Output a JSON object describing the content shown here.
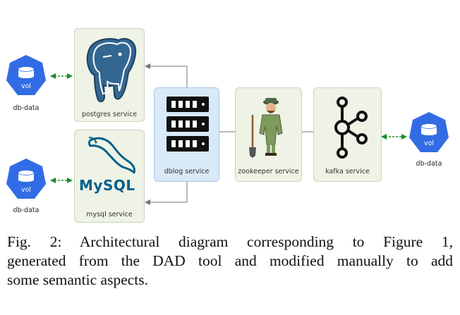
{
  "services": {
    "postgres": "postgres service",
    "mysql": "mysql service",
    "dblog": "dblog service",
    "zookeeper": "zookeeper service",
    "kafka": "kafka service"
  },
  "volumes": {
    "vol_text": "vol",
    "db_data": "db-data"
  },
  "logos": {
    "mysql_logo_text": "MySQL"
  },
  "caption": {
    "line1": "Fig. 2: Architectural diagram corresponding to Figure 1,",
    "line2": "generated from the DAD tool and modified manually to add",
    "line3": "some semantic aspects."
  },
  "colors": {
    "k8s_blue": "#326ce5",
    "green_box": "#eef3e6",
    "blue_box": "#d9e9f7",
    "arrow_green": "#1a8f2a",
    "postgres_blue": "#336791",
    "mysql_blue": "#00618a",
    "mysql_orange": "#e48e00"
  }
}
